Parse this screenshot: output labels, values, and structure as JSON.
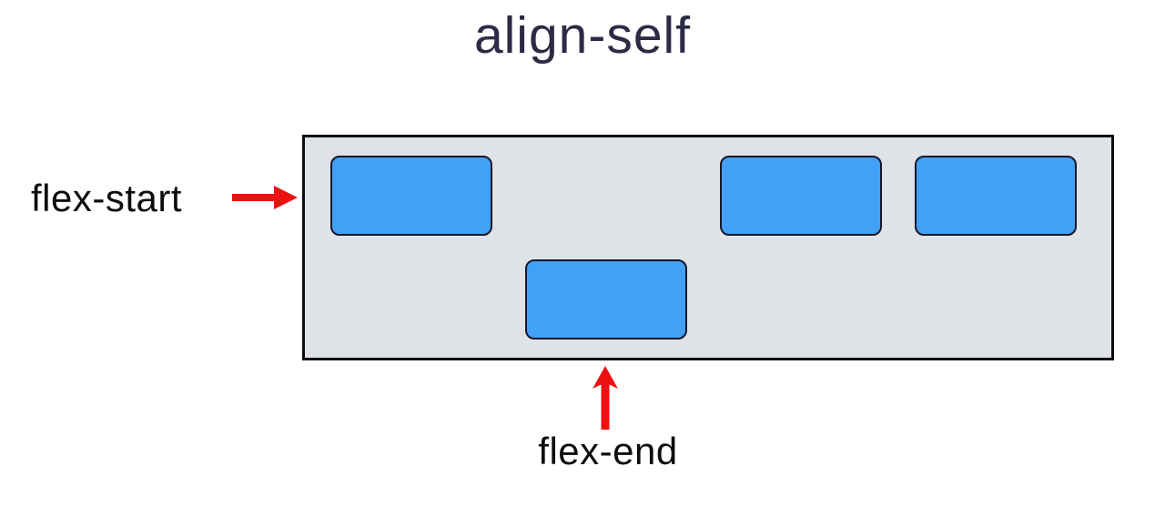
{
  "title": {
    "text": "align-self",
    "color": "#2b2b45"
  },
  "label_color": "#0d0d0d",
  "annotations": {
    "flex_start": {
      "label": "flex-start",
      "arrow": "right-arrow",
      "arrow_color": "#ee1111"
    },
    "flex_end": {
      "label": "flex-end",
      "arrow": "up-arrow",
      "arrow_color": "#ee1111"
    }
  },
  "flex_container": {
    "background": "#dfe2e6",
    "border_color": "#0d0d0d",
    "items": [
      {
        "id": 1,
        "align_self": "flex-start",
        "fill": "#42a0f5",
        "border_color": "#16182b"
      },
      {
        "id": 2,
        "align_self": "flex-end",
        "fill": "#42a0f5",
        "border_color": "#16182b"
      },
      {
        "id": 3,
        "align_self": "flex-start",
        "fill": "#42a0f5",
        "border_color": "#16182b"
      },
      {
        "id": 4,
        "align_self": "flex-start",
        "fill": "#42a0f5",
        "border_color": "#16182b"
      }
    ]
  }
}
